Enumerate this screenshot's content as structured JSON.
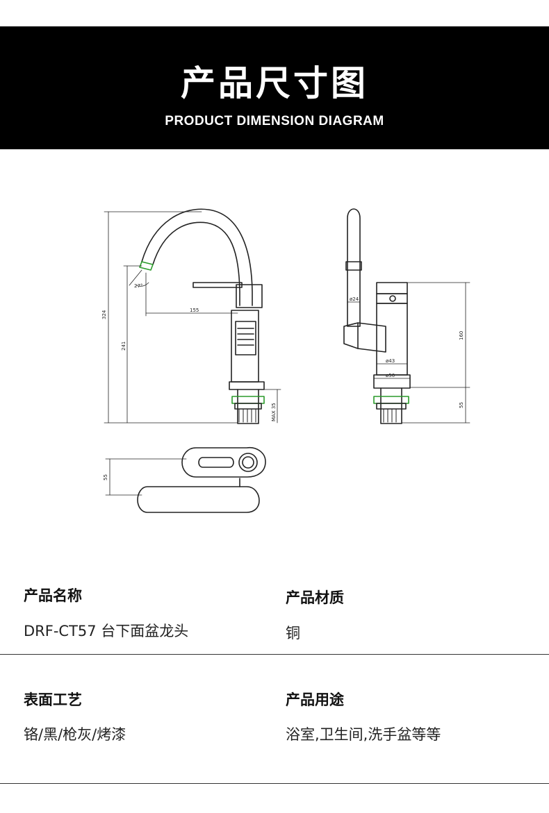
{
  "header": {
    "title": "产品尺寸图",
    "subtitle": "PRODUCT DIMENSION DIAGRAM"
  },
  "diagram": {
    "dimensions": {
      "total_height": "324",
      "spout_height": "241",
      "reach": "155",
      "angle": "27°",
      "max_thickness": "MAX 35",
      "body_height": "160",
      "base_height": "55",
      "spout_diameter": "ø24",
      "body_diameter": "ø43",
      "base_diameter": "ø50",
      "handle_width": "55"
    }
  },
  "specs": {
    "name_label": "产品名称",
    "name_value": "DRF-CT57  台下面盆龙头",
    "material_label": "产品材质",
    "material_value": "铜",
    "finish_label": "表面工艺",
    "finish_value": "铬/黑/枪灰/烤漆",
    "usage_label": "产品用途",
    "usage_value": "浴室,卫生间,洗手盆等等"
  }
}
